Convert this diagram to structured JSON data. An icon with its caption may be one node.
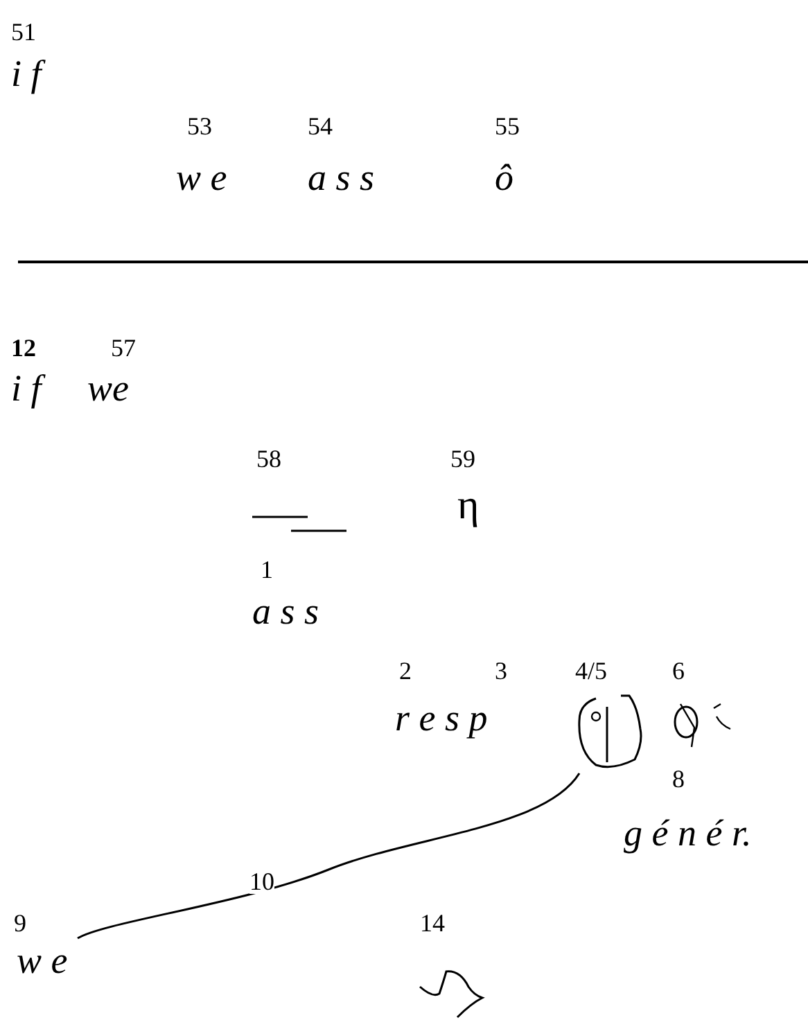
{
  "diagram": {
    "nodes": [
      {
        "text": [],
        "shape": "picture"
      },
      {
        "text": [
          "w e"
        ]
      }
    ],
    "edges": [
      {
        "from": 0,
        "to": 1,
        "arrow": "none",
        "label": "10"
      }
    ],
    "labels": [
      "51",
      "i f",
      "53",
      "54",
      "55",
      "w e",
      "a s s",
      "ô",
      "12",
      "57",
      "i f",
      "we",
      "58",
      "59",
      "η",
      "1",
      "a s s",
      "2",
      "3",
      "4/5",
      "6",
      "r e s p",
      "8",
      "g é n é r.",
      "9",
      "14"
    ]
  }
}
